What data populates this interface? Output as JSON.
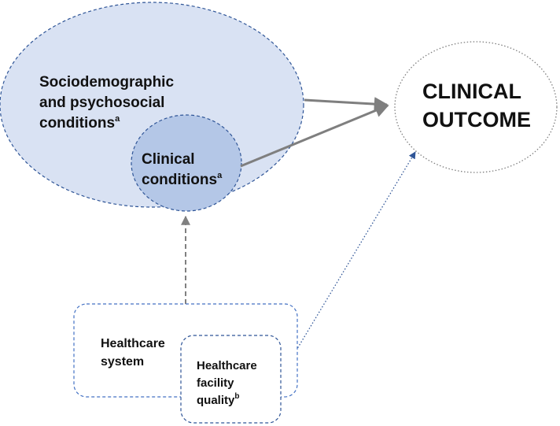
{
  "nodes": {
    "sociodemographic": {
      "line1": "Sociodemographic",
      "line2": "and psychosocial",
      "line3": "conditions",
      "sup": "a"
    },
    "clinical_conditions": {
      "line1": "Clinical",
      "line2": "conditions",
      "sup": "a"
    },
    "clinical_outcome": {
      "line1": "CLINICAL",
      "line2": "OUTCOME"
    },
    "healthcare_system": {
      "line1": "Healthcare",
      "line2": "system"
    },
    "facility_quality": {
      "line1": "Healthcare",
      "line2": "facility",
      "line3": "quality",
      "sup": "b"
    }
  },
  "colors": {
    "outer_ellipse_fill": "#d9e2f3",
    "inner_ellipse_fill": "#b4c7e7",
    "dashed_stroke": "#2f5597",
    "box_stroke": "#4472c4",
    "solid_arrow": "#7f7f7f",
    "dashed_arrow": "#808080",
    "dotted_arrow": "#2f5597",
    "outcome_stroke": "#7f7f7f"
  }
}
